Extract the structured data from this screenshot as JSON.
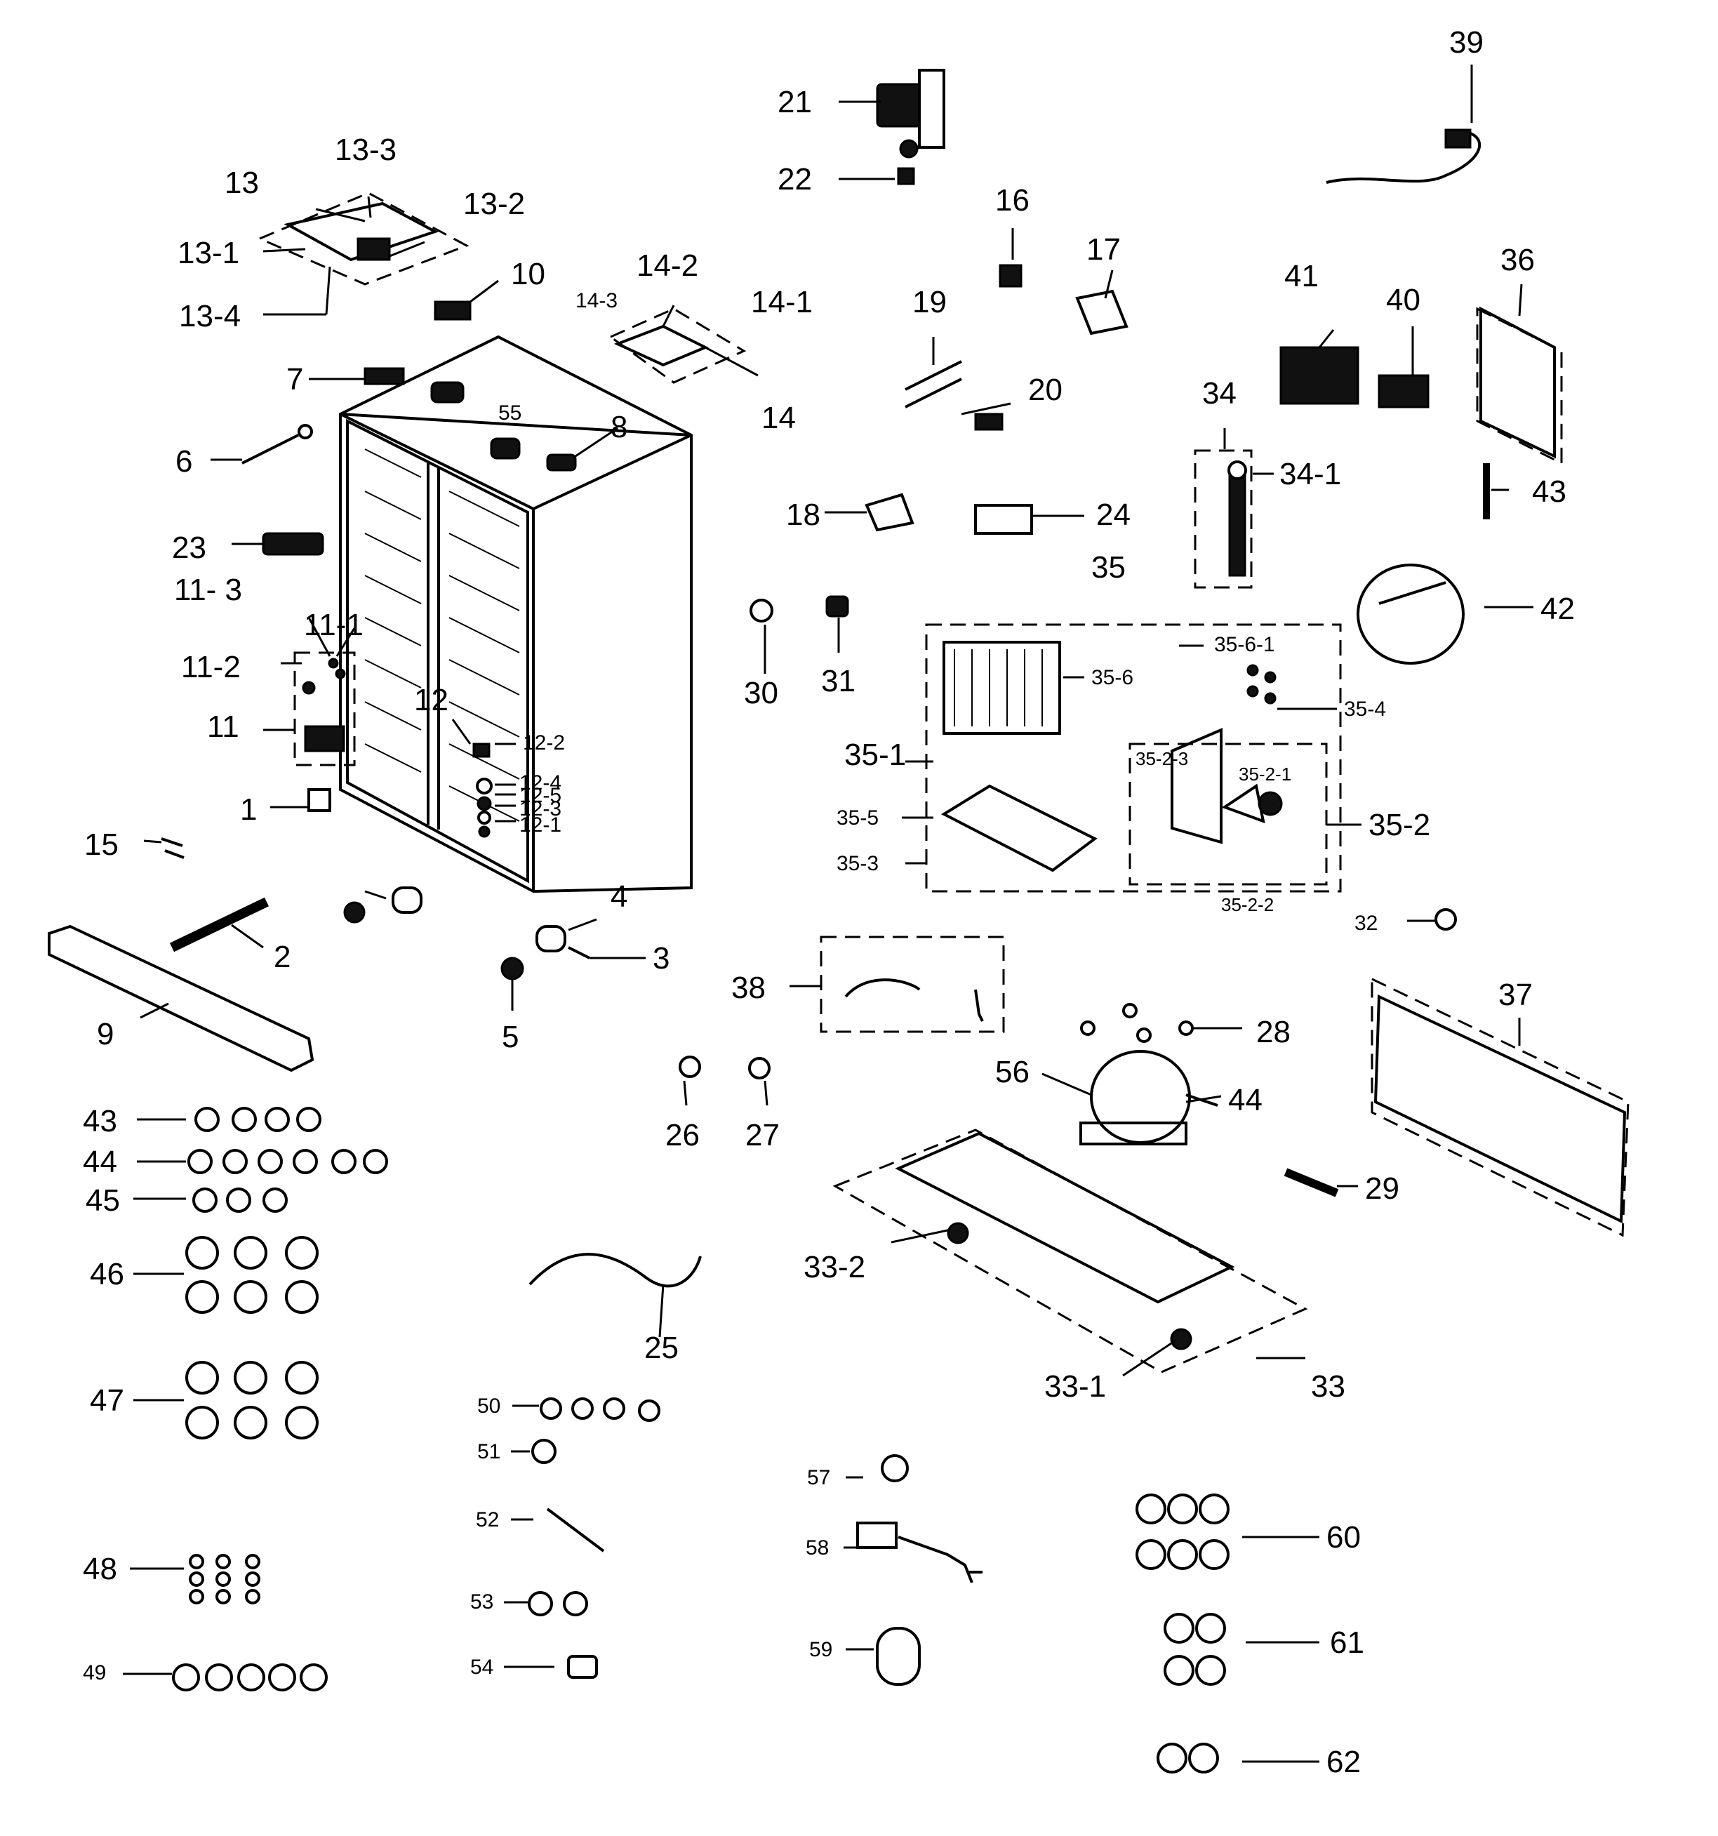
{
  "callouts": {
    "c1": "1",
    "c2": "2",
    "c3": "3",
    "c4": "4",
    "c5": "5",
    "c6": "6",
    "c7": "7",
    "c8": "8",
    "c9": "9",
    "c10": "10",
    "c11": "11",
    "c11_1": "11-1",
    "c11_2": "11-2",
    "c11_3": "11- 3",
    "c12": "12",
    "c12_1": "12-1",
    "c12_2": "12-2",
    "c12_3": "12-3",
    "c12_4": "12-4",
    "c12_5": "12-5",
    "c13": "13",
    "c13_1": "13-1",
    "c13_2": "13-2",
    "c13_3": "13-3",
    "c13_4": "13-4",
    "c14": "14",
    "c14_1": "14-1",
    "c14_2": "14-2",
    "c14_3": "14-3",
    "c15": "15",
    "c16": "16",
    "c17": "17",
    "c18": "18",
    "c19": "19",
    "c20": "20",
    "c21": "21",
    "c22": "22",
    "c23": "23",
    "c24": "24",
    "c25": "25",
    "c26": "26",
    "c27": "27",
    "c28": "28",
    "c29": "29",
    "c30": "30",
    "c31": "31",
    "c32": "32",
    "c33": "33",
    "c33_1": "33-1",
    "c33_2": "33-2",
    "c34": "34",
    "c34_1": "34-1",
    "c35": "35",
    "c35_1": "35-1",
    "c35_2": "35-2",
    "c35_2_1": "35-2-1",
    "c35_2_2": "35-2-2",
    "c35_2_3": "35-2-3",
    "c35_3": "35-3",
    "c35_4": "35-4",
    "c35_5": "35-5",
    "c35_6": "35-6",
    "c35_6_1": "35-6-1",
    "c36": "36",
    "c37": "37",
    "c38": "38",
    "c39": "39",
    "c40": "40",
    "c41": "41",
    "c42": "42",
    "c43a": "43",
    "c43b": "43",
    "c44a": "44",
    "c44b": "44",
    "c45": "45",
    "c46": "46",
    "c47": "47",
    "c48": "48",
    "c49": "49",
    "c50": "50",
    "c51": "51",
    "c52": "52",
    "c53": "53",
    "c54": "54",
    "c55": "55",
    "c56": "56",
    "c57": "57",
    "c58": "58",
    "c59": "59",
    "c60": "60",
    "c61": "61",
    "c62": "62"
  }
}
